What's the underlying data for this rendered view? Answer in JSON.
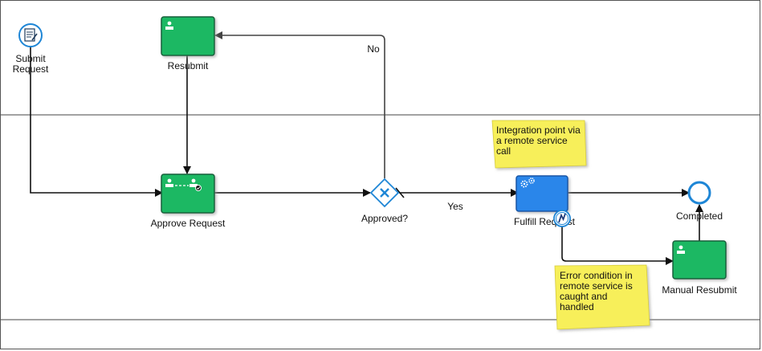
{
  "colors": {
    "task_fill": "#1db863",
    "task_stroke": "#15603a",
    "service_fill": "#2b86ea",
    "service_stroke": "#1657a6",
    "event_stroke": "#1e86d6",
    "note_fill": "#f7ef5a",
    "line": "#111111",
    "lane_line": "#444444"
  },
  "start_event": {
    "label_line1": "Submit",
    "label_line2": "Request",
    "icon": "form-document-icon"
  },
  "tasks": {
    "resubmit": {
      "label": "Resubmit",
      "icon": "user-icon"
    },
    "approve": {
      "label": "Approve Request",
      "icon": "user-handoff-icon"
    },
    "fulfill": {
      "label": "Fulfill Request",
      "icon": "gears-icon"
    },
    "manual_resubmit": {
      "label": "Manual Resubmit",
      "icon": "user-icon"
    }
  },
  "gateway": {
    "label": "Approved?",
    "icon": "x-icon"
  },
  "end_event": {
    "label": "Completed"
  },
  "flows": {
    "no_label": "No",
    "yes_label": "Yes"
  },
  "boundary_event": {
    "icon": "error-lightning-icon"
  },
  "notes": {
    "integration": [
      "Integration point via",
      "a remote service",
      "call"
    ],
    "error": [
      "Error condition in",
      "remote service is",
      "caught and",
      "handled"
    ]
  }
}
